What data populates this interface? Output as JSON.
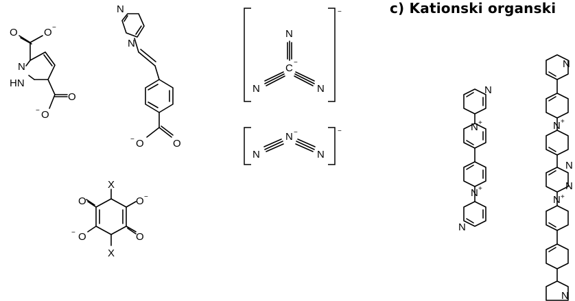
{
  "heading": "c) Kationski organski",
  "atoms": {
    "O": "O",
    "N": "N",
    "C": "C",
    "X": "X",
    "HN": "HN",
    "minus": "−",
    "plus": "+"
  },
  "bracket_charge": "−"
}
